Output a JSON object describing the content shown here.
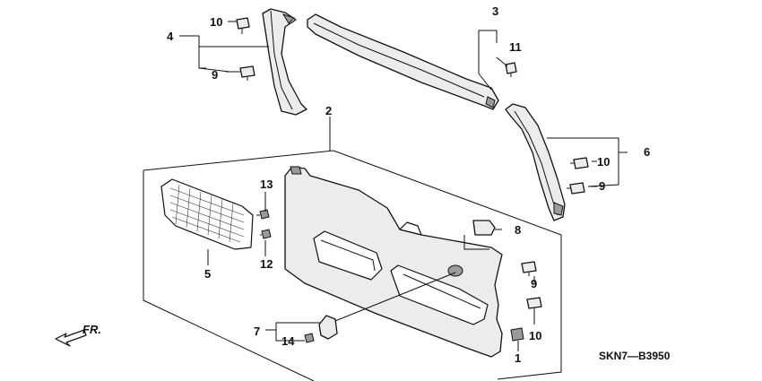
{
  "diagram_code": "SKN7—B3950",
  "direction_label": "FR.",
  "callouts": {
    "c1": "1",
    "c2": "2",
    "c3": "3",
    "c4": "4",
    "c5": "5",
    "c6": "6",
    "c7": "7",
    "c8": "8",
    "c9_top": "9",
    "c9_right": "9",
    "c9_lower": "9",
    "c10_top": "10",
    "c10_right": "10",
    "c10_lower": "10",
    "c11": "11",
    "c12": "12",
    "c13": "13",
    "c14": "14"
  }
}
